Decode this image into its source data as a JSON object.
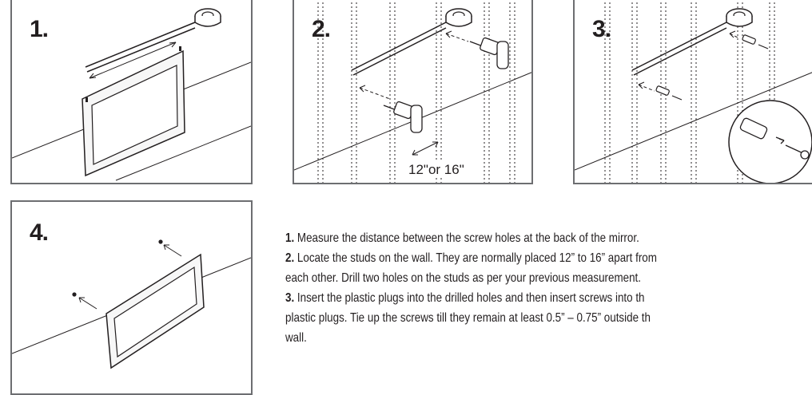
{
  "panels": [
    {
      "step_label": "1."
    },
    {
      "step_label": "2.",
      "measurement_label": "12\"or 16\""
    },
    {
      "step_label": "3."
    },
    {
      "step_label": "4."
    }
  ],
  "instructions": [
    {
      "number": "1.",
      "text": " Measure the distance between the screw holes at the back of the mirror."
    },
    {
      "number": "2.",
      "text": " Locate the studs on the wall. They are normally placed 12” to 16” apart from",
      "continuation": "each other. Drill two holes on the studs as per your previous measurement."
    },
    {
      "number": "3.",
      "text": " Insert the plastic plugs into the drilled holes and then insert screws into th",
      "continuation": "plastic plugs. Tie up the screws till they remain at least 0.5” – 0.75” outside th",
      "continuation2": "wall."
    }
  ]
}
